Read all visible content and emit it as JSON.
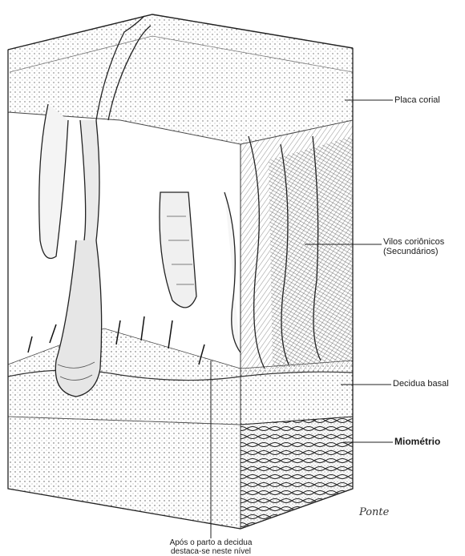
{
  "labels": {
    "placa_corial": "Placa corial",
    "vilos_line1": "Vilos coriônicos",
    "vilos_line2": "(Secundários)",
    "decidua_basal": "Decidua basal",
    "miometrio": "Miométrio"
  },
  "caption": {
    "line1": "Após o parto a decidua",
    "line2": "destaca-se neste nível"
  },
  "signature": "Ponte",
  "colors": {
    "ink": "#1a1a1a",
    "shade_dark": "#3a3a3a",
    "shade_mid": "#8a8a8a",
    "shade_light": "#cfcfcf",
    "paper": "#ffffff"
  }
}
